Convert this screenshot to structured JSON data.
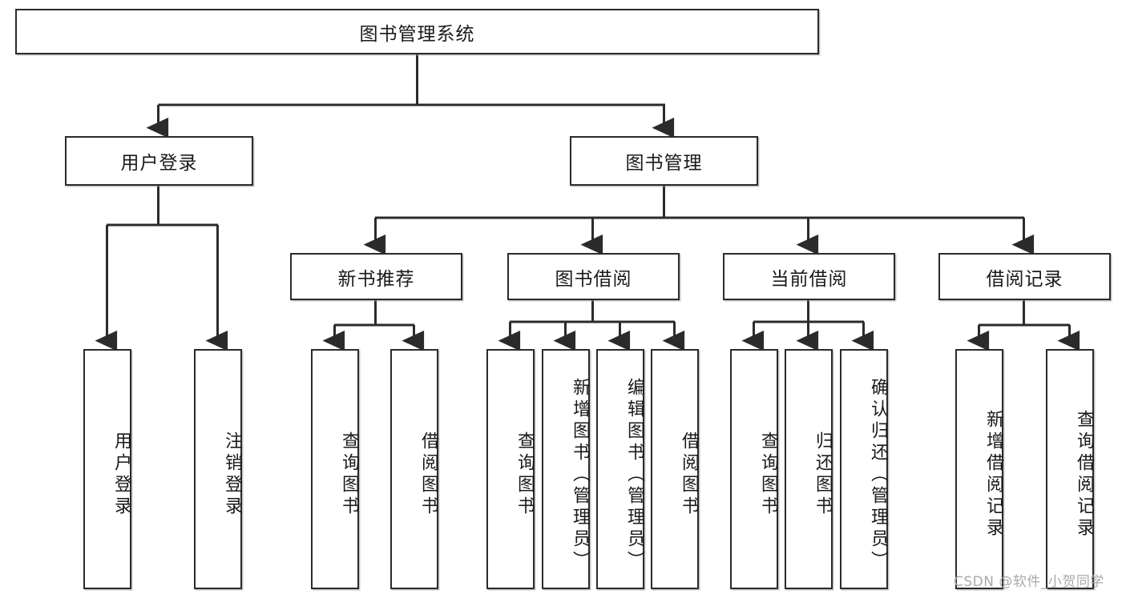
{
  "diagram": {
    "title": "图书管理系统",
    "type": "hierarchy-tree",
    "watermark": "CSDN @软件_小贺同学",
    "colors": {
      "box_border": "#2b2b2b",
      "box_fill": "#ffffff",
      "connector": "#2b2b2b",
      "text": "#1a1a1a",
      "watermark": "#a9a9a9"
    },
    "nodes": {
      "root": {
        "label": "图书管理系统"
      },
      "level2": [
        {
          "label": "用户登录"
        },
        {
          "label": "图书管理"
        }
      ],
      "level3": [
        {
          "label": "新书推荐"
        },
        {
          "label": "图书借阅"
        },
        {
          "label": "当前借阅"
        },
        {
          "label": "借阅记录"
        }
      ],
      "leaves": {
        "user_login": [
          {
            "label": "用户登录"
          },
          {
            "label": "注销登录"
          }
        ],
        "new_book": [
          {
            "label": "查询图书"
          },
          {
            "label": "借阅图书"
          }
        ],
        "book_borrow": [
          {
            "label": "查询图书"
          },
          {
            "label": "新增图书（管理员）"
          },
          {
            "label": "编辑图书（管理员）"
          },
          {
            "label": "借阅图书"
          }
        ],
        "current_borrow": [
          {
            "label": "查询图书"
          },
          {
            "label": "归还图书"
          },
          {
            "label": "确认归还（管理员）"
          }
        ],
        "borrow_record": [
          {
            "label": "新增借阅记录"
          },
          {
            "label": "查询借阅记录"
          }
        ]
      }
    }
  }
}
